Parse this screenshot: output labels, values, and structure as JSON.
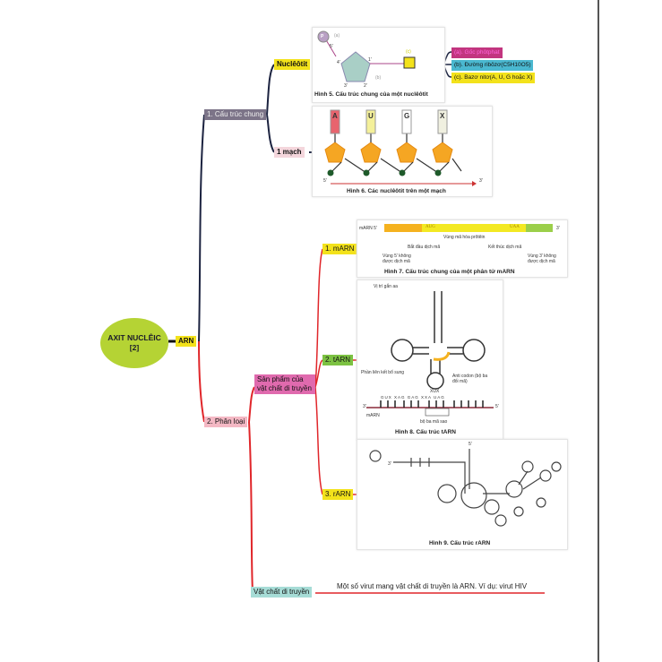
{
  "root": {
    "title": "AXIT NUCLÊIC",
    "ref": "[2]"
  },
  "arn": "ARN",
  "branch1": {
    "label": "1. Cấu trúc chung",
    "nucleotit": "Nuclêôtit",
    "mach": "1 mạch"
  },
  "branch2": {
    "label": "2. Phân loại",
    "san_pham": "Sản phẩm của vật chất di truyền",
    "vat_chat": "Vật chất di truyền",
    "mARN": "1. mARN",
    "tARN": "2. tARN",
    "rARN": "3. rARN",
    "virus_note": "Một số virut mang vật chất di truyền là ARN. Ví dụ: virut HIV"
  },
  "fig5": {
    "caption": "Hình 5. Cấu trúc chung của một nuclêôtit",
    "p": "P",
    "a": "(a)",
    "b": "(b)",
    "c": "(c)",
    "pos": [
      "5'",
      "4'",
      "3'",
      "2'",
      "1'"
    ],
    "legend": [
      "(a). Gốc phôtphat",
      "(b). Đường ribôzơ(C5H10O5)",
      "(c). Bazơ nitơ(A, U, G hoặc X)"
    ]
  },
  "fig6": {
    "caption": "Hình 6. Các nuclêôtit trên một mạch",
    "bases": [
      "A",
      "U",
      "G",
      "X"
    ],
    "end5": "5'",
    "end3": "3'"
  },
  "fig7": {
    "caption": "Hình 7. Cấu trúc chung của một phân tử mARN",
    "mARN5": "mARN 5'",
    "end3": "3'",
    "start": "AUG",
    "stop": "UAA",
    "coding": "Vùng mã hóa prôtêin",
    "begin": "Bắt đầu dịch mã",
    "end": "Kết thúc dịch mã",
    "utr5": "Vùng 5' không được dịch mã",
    "utr3": "Vùng 3' không được dịch mã"
  },
  "fig8": {
    "caption": "Hình 8. Cấu trúc tARN",
    "aa_site": "Vị trí gắn aa",
    "complement": "Phần liên kết bổ sung",
    "anticodon": "Anti codon (bộ ba đối mã)",
    "codon": "bộ ba mã sao",
    "mARN": "mARN",
    "end3": "3'",
    "end5": "5'",
    "seq": "GUX XAG GAG XXA UAG",
    "anti": "XUX"
  },
  "fig9": {
    "caption": "Hình 9. Cấu trúc rARN",
    "end5": "5'",
    "end3": "3'"
  },
  "colors": {
    "root": "#b5d334",
    "yellow": "#f3e21b",
    "pink": "#f4b8c4",
    "magenta": "#e06aae",
    "green": "#7cc242",
    "teal": "#a6dcd6",
    "red": "#e0262a",
    "navy": "#1c2340"
  }
}
